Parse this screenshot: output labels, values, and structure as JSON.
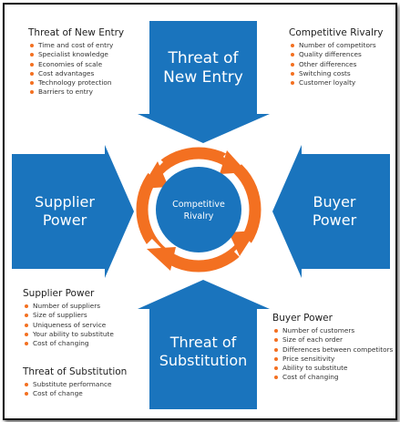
{
  "colors": {
    "arrow_blue": "#1a74bd",
    "center_blue": "#1a74bd",
    "cycle_orange": "#f37021",
    "bullet_orange": "#f37021"
  },
  "arrows": {
    "top": {
      "line1": "Threat of",
      "line2": "New Entry"
    },
    "left": {
      "line1": "Supplier",
      "line2": "Power"
    },
    "right": {
      "line1": "Buyer",
      "line2": "Power"
    },
    "bottom": {
      "line1": "Threat of",
      "line2": "Substitution"
    }
  },
  "center": {
    "line1": "Competitive",
    "line2": "Rivalry"
  },
  "blocks": {
    "new_entry": {
      "title": "Threat of New Entry",
      "items": [
        "Time and cost of entry",
        "Specialist knowledge",
        "Economies of scale",
        "Cost advantages",
        "Technology protection",
        "Barriers to entry"
      ]
    },
    "rivalry": {
      "title": "Competitive Rivalry",
      "items": [
        "Number of competitors",
        "Quality differences",
        "Other differences",
        "Switching costs",
        "Customer loyalty"
      ]
    },
    "supplier": {
      "title": "Supplier Power",
      "items": [
        "Number of suppliers",
        "Size of suppliers",
        "Uniqueness of service",
        "Your ability to substitute",
        "Cost of changing"
      ]
    },
    "substitution": {
      "title": "Threat of Substitution",
      "items": [
        "Substitute performance",
        "Cost of change"
      ]
    },
    "buyer": {
      "title": "Buyer Power",
      "items": [
        "Number of customers",
        "Size of each order",
        "Differences between competitors",
        "Price sensitivity",
        "Ability to substitute",
        "Cost of changing"
      ]
    }
  }
}
